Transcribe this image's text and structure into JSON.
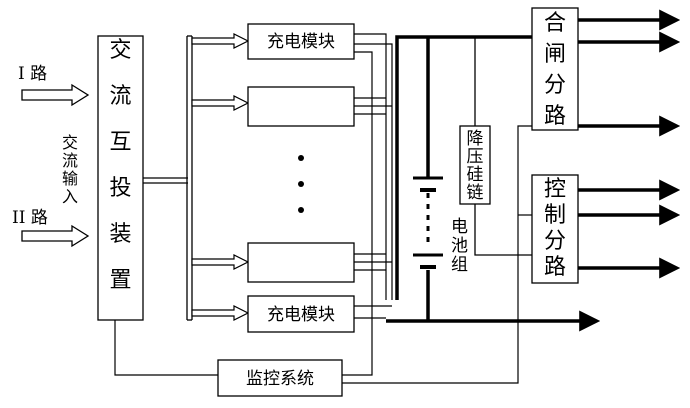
{
  "inputs": {
    "line1": "I 路",
    "line2": "II 路",
    "ac_input": [
      "交",
      "流",
      "输",
      "入"
    ]
  },
  "ats": {
    "chars": [
      "交",
      "流",
      "互",
      "投",
      "装",
      "置"
    ]
  },
  "charger_top": "充电模块",
  "charger_bottom": "充电模块",
  "monitor": "监控系统",
  "dropper": {
    "chars": [
      "降",
      "压",
      "硅",
      "链"
    ]
  },
  "battery": {
    "chars": [
      "电",
      "池",
      "组"
    ]
  },
  "closing": {
    "chars": [
      "合",
      "闸",
      "分",
      "路"
    ]
  },
  "control": {
    "chars": [
      "控",
      "制",
      "分",
      "路"
    ]
  },
  "colors": {
    "line": "#000000",
    "background": "#ffffff"
  }
}
